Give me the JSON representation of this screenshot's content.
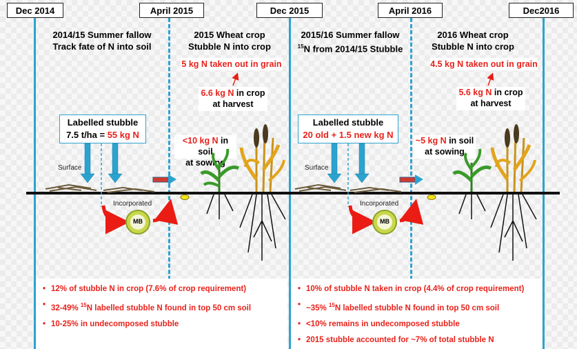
{
  "dates": [
    "Dec 2014",
    "April 2015",
    "Dec 2015",
    "April 2016",
    "Dec2016"
  ],
  "periods": [
    {
      "title_line1": "2014/15 Summer fallow",
      "title_line2": "Track fate of N into soil"
    },
    {
      "title_line1": "2015 Wheat crop",
      "title_line2": "Stubble N into crop"
    },
    {
      "title_line1": "2015/16 Summer fallow",
      "title_line2_sup": "15",
      "title_line2": "N from 2014/15 Stubble"
    },
    {
      "title_line1": "2016 Wheat crop",
      "title_line2": "Stubble N into crop"
    }
  ],
  "crop2015": {
    "grain": "5 kg N taken out in grain",
    "crop_line1_red": "6.6 kg N",
    "crop_line1_rest": " in crop",
    "crop_line2": "at harvest",
    "soil_line1_red": "<10 kg N",
    "soil_line1_rest": " in soil",
    "soil_line2": "at sowing"
  },
  "crop2016": {
    "grain": "4.5 kg N taken out in grain",
    "crop_line1_red": "5.6 kg N",
    "crop_line1_rest": " in crop",
    "crop_line2": "at harvest",
    "soil_line1_red": "~5 kg N",
    "soil_line1_rest": " in soil",
    "soil_line2": "at sowing"
  },
  "stubble2014": {
    "line1": "Labelled stubble",
    "line2_black": "7.5 t/ha = ",
    "line2_red": "55 kg N"
  },
  "stubble2015": {
    "line1": "Labelled stubble",
    "line2_red": "20 old + 1.5 new kg N"
  },
  "labels": {
    "surface": "Surface",
    "incorporated": "Incorporated",
    "mb": "MB"
  },
  "bullets_left": [
    {
      "text": "12% of stubble N in crop (7.6% of crop requirement)"
    },
    {
      "pre": "32-49% ",
      "sup": "15",
      "text": "N labelled stubble N found in top 50 cm soil"
    },
    {
      "text": "10-25% in undecomposed stubble"
    }
  ],
  "bullets_right": [
    {
      "text": "10% of stubble N taken in crop (4.4% of crop requirement)"
    },
    {
      "pre": "~35% ",
      "sup": "15",
      "text": "N labelled stubble N found in top 50 cm soil"
    },
    {
      "text": "<10% remains in undecomposed stubble"
    },
    {
      "text": "2015 stubble accounted for ~7% of total stubble N"
    }
  ],
  "colors": {
    "timeline_blue": "#2ca3cf",
    "red_text": "#e8221b",
    "arrow_red": "#ea1c14",
    "leaf_green": "#3a9a2a",
    "ripe_gold": "#e2a41c"
  }
}
